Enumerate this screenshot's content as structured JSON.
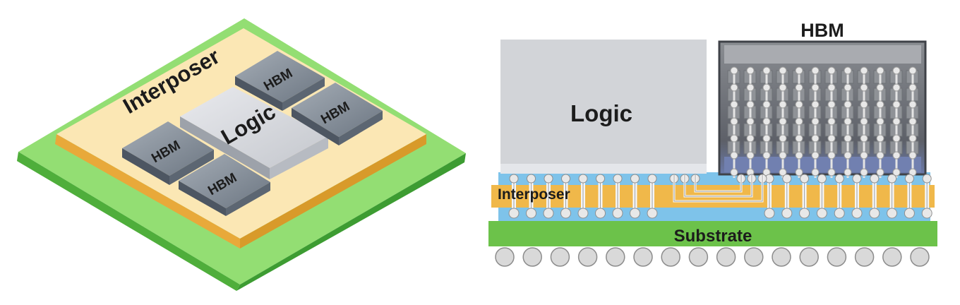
{
  "iso_view": {
    "interposer_label": "Interposer",
    "logic_label": "Logic",
    "hbm_labels": [
      "HBM",
      "HBM",
      "HBM",
      "HBM"
    ]
  },
  "cross_section": {
    "hbm_label": "HBM",
    "logic_label": "Logic",
    "interposer_label": "Interposer",
    "substrate_label": "Substrate"
  },
  "colors": {
    "substrate_green": "#6cc24a",
    "substrate_green_light": "#93de73",
    "interposer_beige": "#fbe7b4",
    "interposer_orange": "#f0b84a",
    "logic_gray": "#d4d6da",
    "hbm_gray": "#7f8a96",
    "underfill_blue": "#7ec3ea",
    "bump_gray": "#d9d9d9"
  }
}
